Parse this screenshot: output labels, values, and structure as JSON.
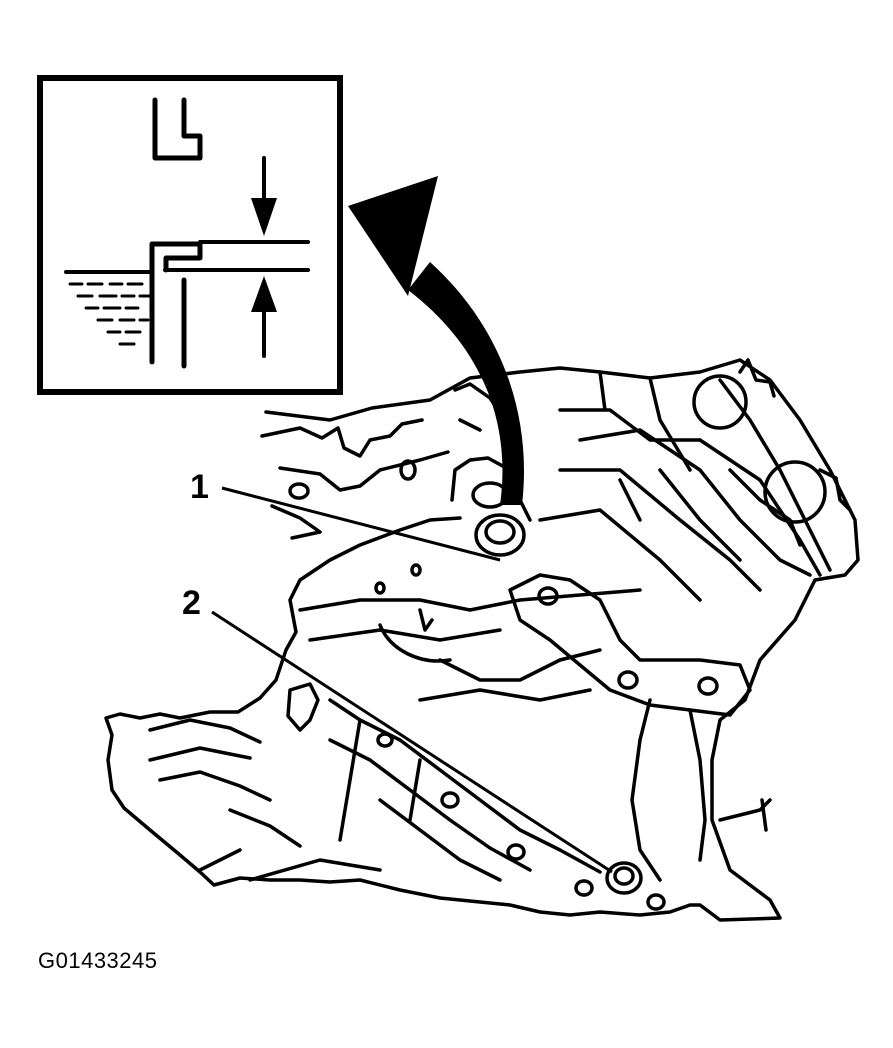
{
  "figure": {
    "callouts": [
      {
        "id": "1",
        "label": "1"
      },
      {
        "id": "2",
        "label": "2"
      }
    ],
    "figure_id": "G01433245",
    "colors": {
      "ink": "#000000",
      "background": "#ffffff"
    }
  }
}
